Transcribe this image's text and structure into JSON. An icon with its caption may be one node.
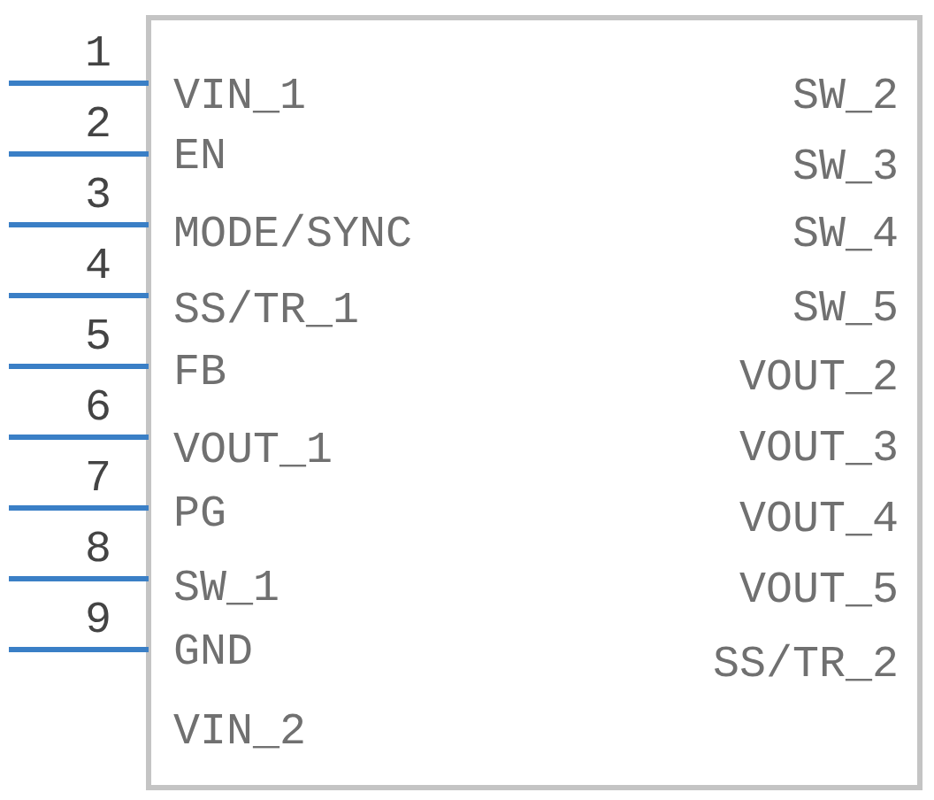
{
  "diagram": {
    "labels": [
      "1",
      "VIN_1",
      "SW_2",
      "2",
      "EN",
      "SW_3",
      "3",
      "MODE/SYNC",
      "SW_4",
      "4",
      "SS/TR_1",
      "SW_5",
      "5",
      "FB",
      "VOUT_2",
      "6",
      "VOUT_1",
      "VOUT_3",
      "7",
      "PG",
      "VOUT_4",
      "8",
      "SW_1",
      "VOUT_5",
      "9",
      "GND",
      "SS/TR_2",
      "VIN_2"
    ]
  }
}
